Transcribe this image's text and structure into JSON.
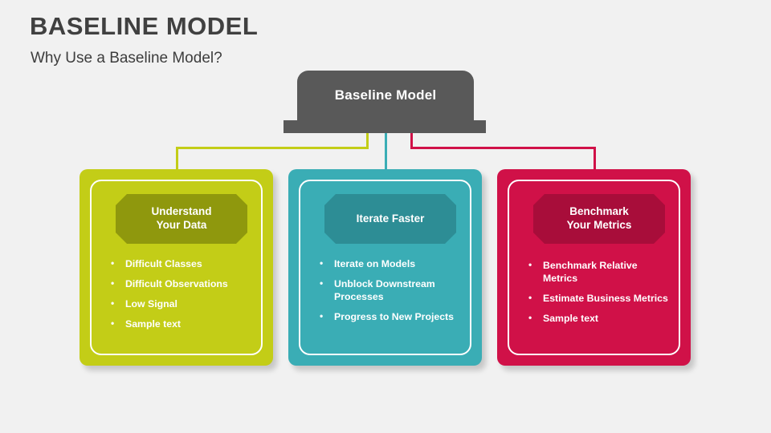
{
  "slide": {
    "background_color": "#f1f1f1",
    "title": "BASELINE MODEL",
    "subtitle": "Why Use a Baseline Model?",
    "title_color": "#404040"
  },
  "top_node": {
    "label": "Baseline Model",
    "fill_color": "#595959",
    "text_color": "#ffffff"
  },
  "connectors": [
    {
      "name": "connector-green",
      "color": "#c3cd17"
    },
    {
      "name": "connector-teal",
      "color": "#3aadb5"
    },
    {
      "name": "connector-red",
      "color": "#d01148"
    }
  ],
  "columns": [
    {
      "key": "understand-your-data",
      "heading_line1": "Understand",
      "heading_line2": "Your Data",
      "panel_color": "#c3cd17",
      "badge_color": "#8f980d",
      "bullets": [
        "Difficult Classes",
        "Difficult Observations",
        "Low Signal",
        "Sample text"
      ]
    },
    {
      "key": "iterate-faster",
      "heading_line1": "Iterate Faster",
      "heading_line2": "",
      "panel_color": "#3aadb5",
      "badge_color": "#2d8d95",
      "bullets": [
        "Iterate on Models",
        "Unblock Downstream Processes",
        "Progress to New Projects"
      ]
    },
    {
      "key": "benchmark-your-metrics",
      "heading_line1": "Benchmark",
      "heading_line2": "Your Metrics",
      "panel_color": "#d01148",
      "badge_color": "#a80d3a",
      "bullets": [
        "Benchmark Relative Metrics",
        "Estimate Business Metrics",
        "Sample text"
      ]
    }
  ]
}
